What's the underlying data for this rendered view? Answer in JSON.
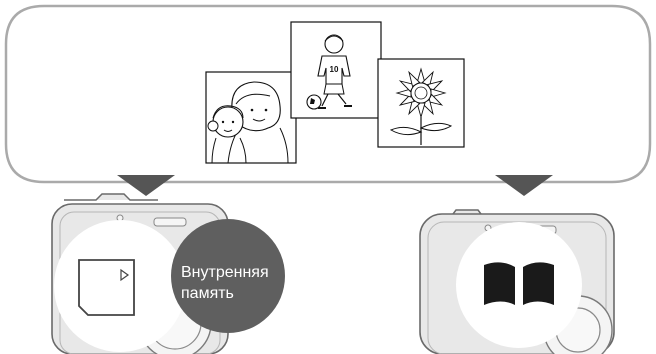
{
  "destinations": {
    "internal_memory": {
      "label_line1": "Внутренняя",
      "label_line2": "память"
    },
    "memory_card": {
      "icon": "memory-card-icon"
    },
    "computer_or_book": {
      "icon": "open-book-icon"
    }
  },
  "pictures": {
    "items": [
      "children-portrait-picture",
      "soccer-boy-picture",
      "sunflower-picture"
    ],
    "player_number": "10"
  },
  "colors": {
    "panel_border": "#aaaaaa",
    "arrow": "#555555",
    "camera_body": "#e8e8e8",
    "camera_outline": "#6a6a6a",
    "dark_circle": "#5f5f5f",
    "icon_black": "#1a1a1a"
  }
}
